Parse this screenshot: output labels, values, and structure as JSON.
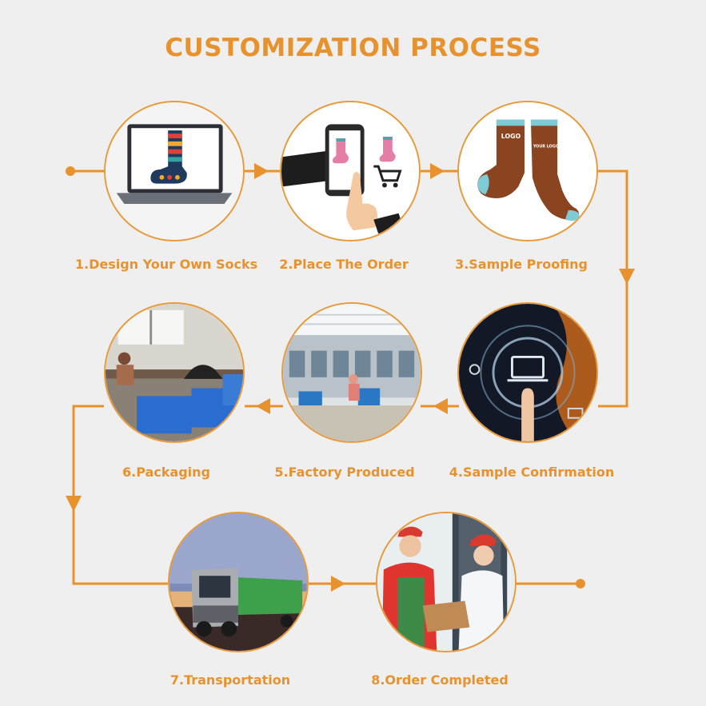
{
  "title": "CUSTOMIZATION PROCESS",
  "colors": {
    "accent": "#e8922e",
    "background": "#efefef"
  },
  "steps": [
    {
      "label": "1.Design Your Own Socks",
      "icon": "laptop-sock-design-icon"
    },
    {
      "label": "2.Place The Order",
      "icon": "phone-order-cart-icon"
    },
    {
      "label": "3.Sample Proofing",
      "icon": "logo-socks-icon"
    },
    {
      "label": "4.Sample Confirmation",
      "icon": "touch-laptop-icon"
    },
    {
      "label": "5.Factory Produced",
      "icon": "factory-floor-icon"
    },
    {
      "label": "6.Packaging",
      "icon": "packaging-room-icon"
    },
    {
      "label": "7.Transportation",
      "icon": "truck-icon"
    },
    {
      "label": "8.Order Completed",
      "icon": "delivery-handover-icon"
    }
  ],
  "mockups": {
    "sock_logo": "LOGO",
    "sock_your_logo": "YOUR LOGO"
  }
}
